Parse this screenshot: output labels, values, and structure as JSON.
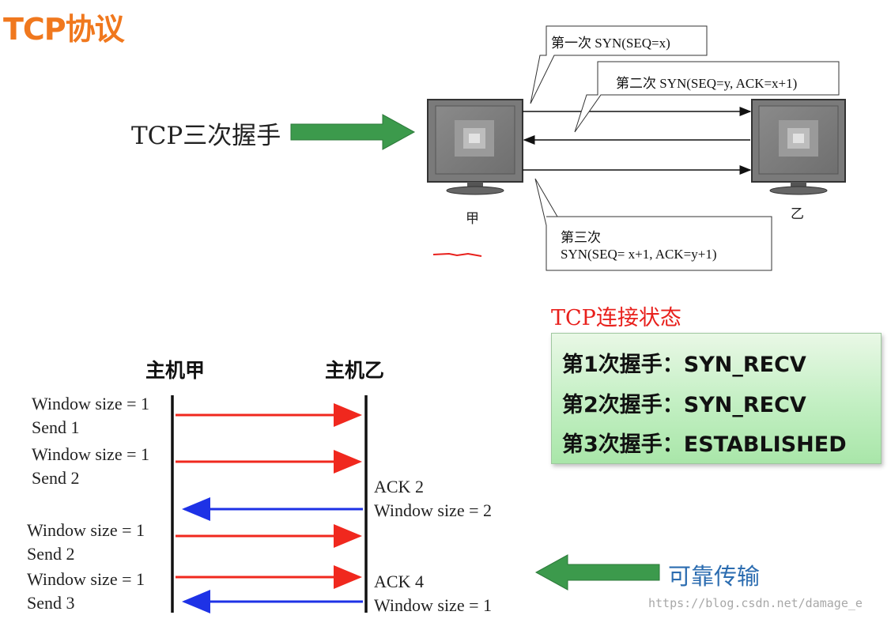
{
  "title": "TCP协议",
  "handshake_label": "TCP三次握手",
  "callouts": {
    "first": "第一次 SYN(SEQ=x)",
    "second": "第二次 SYN(SEQ=y, ACK=x+1)",
    "third_line1": "第三次",
    "third_line2": "SYN(SEQ= x+1, ACK=y+1)"
  },
  "computers": {
    "left": "甲",
    "right": "乙"
  },
  "state": {
    "title": "TCP连接状态",
    "lines": [
      "第1次握手：SYN_RECV",
      "第2次握手：SYN_RECV",
      "第3次握手：ESTABLISHED"
    ]
  },
  "flow": {
    "host_a": "主机甲",
    "host_b": "主机乙",
    "left_labels": [
      "Window size = 1",
      "Send 1",
      "Window size = 1",
      "Send 2",
      "Window size = 1",
      "Send 2",
      "Window size = 1",
      "Send 3"
    ],
    "right_labels": [
      "ACK 2",
      "Window size = 2",
      "ACK 4",
      "Window size = 1"
    ]
  },
  "reliable_label": "可靠传输",
  "watermark": "https://blog.csdn.net/damage_e",
  "colors": {
    "title": "#f0781e",
    "green_arrow": "#3c9a4c",
    "send_arrow": "#f0281e",
    "ack_arrow": "#1e32e6",
    "state_title": "#e8201c",
    "reliable": "#2b6cb0"
  }
}
